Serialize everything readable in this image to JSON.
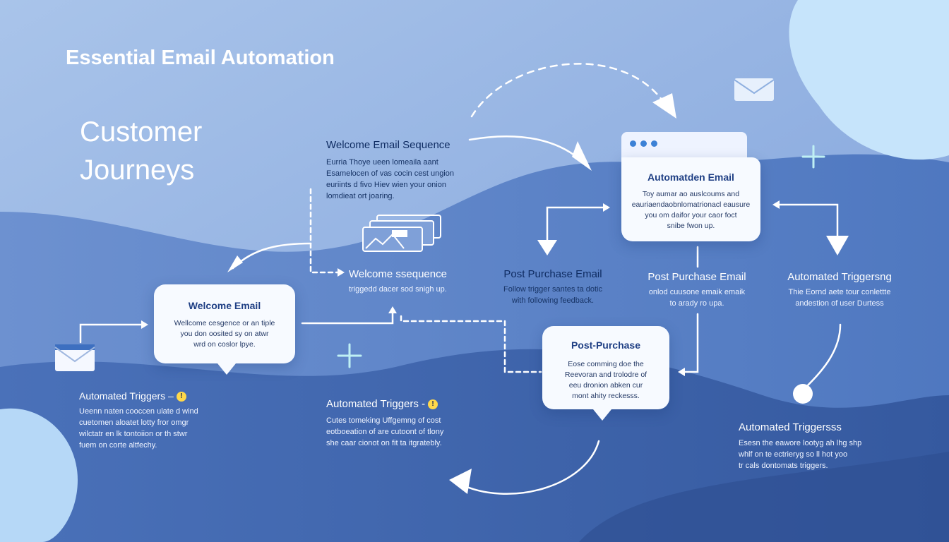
{
  "header": {
    "title": "Essential Email Automation",
    "subtitle_line1": "Customer",
    "subtitle_line2": "Journeys"
  },
  "top_note": {
    "title": "Welcome Email Sequence",
    "lines": [
      "Eurria Thoye ueen lomeaila aant",
      "Esamelocen of vas cocin cest ungion",
      "euriints d fivo Hiev wien your onion",
      "lomdieat ort joaring."
    ]
  },
  "welcome_email_card": {
    "title": "Welcome Email",
    "lines": [
      "Wellcome cesgence or an tiple",
      "you don oosited sy on atwr",
      "wrd on coslor lpye."
    ]
  },
  "welcome_sequence": {
    "title": "Welcome ssequence",
    "lines": [
      "triggedd dacer sod snigh up."
    ]
  },
  "automated_email_card": {
    "title": "Automatden Email",
    "lines": [
      "Toy aumar ao auslcoums and",
      "eauriaendaobnlomatrionacl eausure",
      "you om daifor your caor foct",
      "snibe fwon up."
    ]
  },
  "post_purchase_left": {
    "title": "Post Purchase Email",
    "lines": [
      "Follow trigger santes ta dotic",
      "with following feedback."
    ]
  },
  "post_purchase_right": {
    "title": "Post Purchase Email",
    "lines": [
      "onlod cuusone emaik emaik",
      "to arady ro upa."
    ]
  },
  "automated_triggering": {
    "title": "Automated Triggersng",
    "lines": [
      "Thie Eornd aete tour conlettte",
      "andestion of user Durtess"
    ]
  },
  "post_purchase_card": {
    "title": "Post-Purchase",
    "lines": [
      "Eose comming doe the",
      "Reevoran and trolodre of",
      "eeu dronion abken cur",
      "mont ahity reckesss."
    ]
  },
  "triggers_left": {
    "title": "Automated Triggers –",
    "badge": "!",
    "lines": [
      "Ueenn naten cooccen ulate d wind",
      "cuetomen aloatet lotty fror omgr",
      "wilctatr en lk tontoiion or th stwr",
      "fuem on corte altfechy."
    ]
  },
  "triggers_mid": {
    "title": "Automated Triggers -",
    "badge": "!",
    "lines": [
      "Cutes tomeking Uffgemng of cost",
      "eotboeation of are cutoont of tlony",
      "she caar cionot on fit ta itgratebly."
    ]
  },
  "triggers_right": {
    "title": "Automated Triggersss",
    "lines": [
      "Esesn the eawore lootyg ah lhg shp",
      "whlf on te ectrieryg so ll hot yoo",
      "tr cals dontomats triggers."
    ]
  },
  "colors": {
    "background": "#8fb0e0",
    "wave_dark": "#3f68b3",
    "card": "#f7faff",
    "card_title": "#1f3f84",
    "badge": "#ffd84a",
    "connector": "#ffffff"
  },
  "icons": [
    "envelope-icon",
    "plus-icon",
    "browser-window-icon",
    "image-stack-icon",
    "arrow-icon"
  ]
}
